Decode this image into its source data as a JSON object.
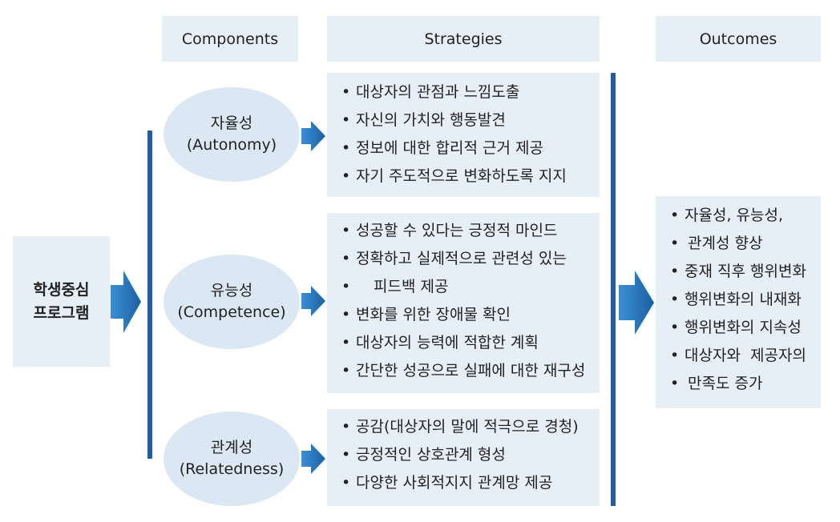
{
  "headers": {
    "components": "Components",
    "strategies": "Strategies",
    "outcomes": "Outcomes"
  },
  "program": {
    "line1": "학생중심",
    "line2": "프로그램"
  },
  "components": [
    {
      "name": "자율성",
      "eng": "(Autonomy)"
    },
    {
      "name": "유능성",
      "eng": "(Competence)"
    },
    {
      "name": "관계성",
      "eng": "(Relatedness)"
    }
  ],
  "strategies": {
    "autonomy": [
      "대상자의 관점과 느낌도출",
      "자신의 가치와 행동발견",
      "정보에 대한 합리적 근거 제공",
      "자기 주도적으로 변화하도록 지지"
    ],
    "competence": [
      "성공할 수 있다는 긍정적 마인드",
      "정확하고 실제적으로 관련성 있는",
      "피드백 제공",
      "변화를 위한 장애물 확인",
      "대상자의 능력에 적합한 계획",
      "간단한 성공으로 실패에 대한 재구성"
    ],
    "relatedness": [
      "공감(대상자의 말에 적극으로 경청)",
      "긍정적인 상호관계 형성",
      "다양한 사회적지지 관계망 제공"
    ]
  },
  "outcomes": [
    "자율성, 유능성,",
    "관계성 향상",
    "중재 직후 행위변화",
    "행위변화의 내재화",
    "행위변화의 지속성",
    "대상자와  제공자의",
    "만족도 증가"
  ],
  "colors": {
    "box_bg": "#e6eef6",
    "ellipse_bg": "#dbe7f3",
    "line": "#1d5fa0",
    "arrow_light": "#3b8fd6",
    "arrow_dark": "#1d5fa0"
  }
}
